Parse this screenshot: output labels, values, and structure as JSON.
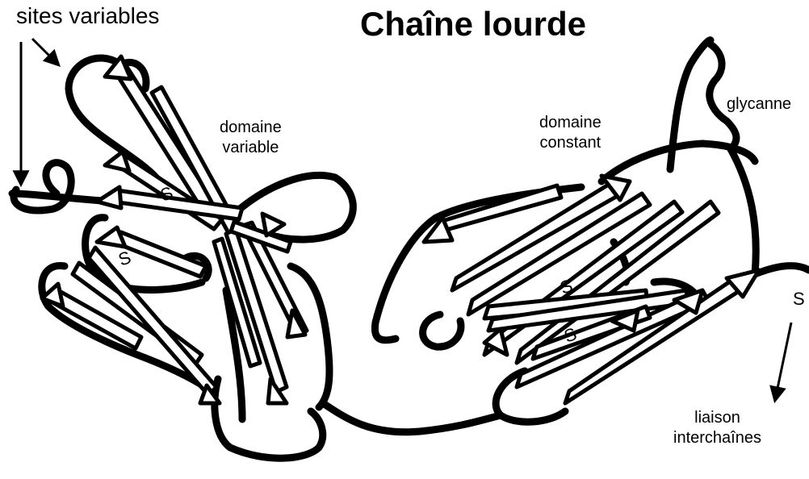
{
  "title": "Chaîne lourde",
  "labels": {
    "sites_variables": "sites variables",
    "domaine_variable": [
      "domaine",
      "variable"
    ],
    "domaine_constant": [
      "domaine",
      "constant"
    ],
    "glycanne": "glycanne",
    "liaison_interchaines": [
      "liaison",
      "interchaînes"
    ]
  },
  "disulfide_marker": "S",
  "colors": {
    "stroke": "#000000",
    "strand_fill": "#ffffff",
    "background": "#ffffff"
  }
}
